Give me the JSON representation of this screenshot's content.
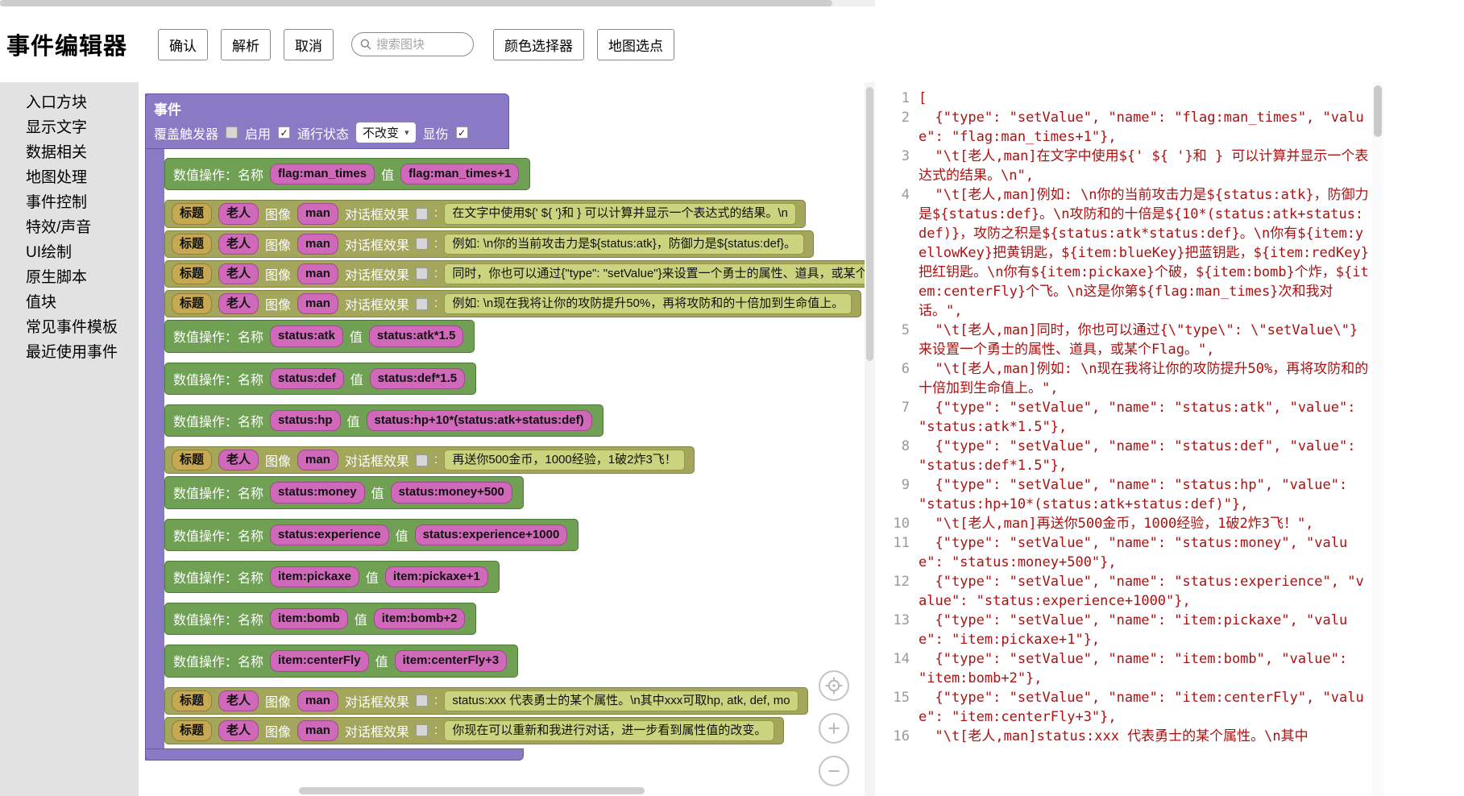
{
  "topbar": {
    "title": "事件编辑器",
    "buttons": {
      "confirm": "确认",
      "parse": "解析",
      "cancel": "取消",
      "color_picker": "颜色选择器",
      "map_pick": "地图选点"
    },
    "search_placeholder": "搜索图块"
  },
  "sidebar": {
    "items": [
      "入口方块",
      "显示文字",
      "数据相关",
      "地图处理",
      "事件控制",
      "特效/声音",
      "UI绘制",
      "原生脚本",
      "值块",
      "常见事件模板",
      "最近使用事件"
    ]
  },
  "workspace": {
    "event_block": {
      "title": "事件",
      "override_trigger_label": "覆盖触发器",
      "override_trigger_checked": false,
      "enable_label": "启用",
      "enable_checked": true,
      "pass_state_label": "通行状态",
      "pass_state_value": "不改变",
      "damage_label": "显伤",
      "damage_checked": true
    },
    "labels": {
      "setvalue": "数值操作：名称",
      "value": "值",
      "title": "标题",
      "image": "图像",
      "dialog_effect": "对话框效果",
      "colon": ":"
    },
    "blocks": [
      {
        "type": "setvalue",
        "name": "flag:man_times",
        "value": "flag:man_times+1"
      },
      {
        "type": "dialogue",
        "title": "老人",
        "image": "man",
        "text": "在文字中使用${' ${ '}和 } 可以计算并显示一个表达式的结果。\\n"
      },
      {
        "type": "dialogue",
        "title": "老人",
        "image": "man",
        "text": "例如: \\n你的当前攻击力是${status:atk}，防御力是${status:def}。"
      },
      {
        "type": "dialogue",
        "title": "老人",
        "image": "man",
        "text": "同时，你也可以通过{\"type\": \"setValue\"}来设置一个勇士的属性、道具，或某个Flag。"
      },
      {
        "type": "dialogue",
        "title": "老人",
        "image": "man",
        "text": "例如: \\n现在我将让你的攻防提升50%，再将攻防和的十倍加到生命值上。"
      },
      {
        "type": "setvalue",
        "name": "status:atk",
        "value": "status:atk*1.5"
      },
      {
        "type": "setvalue",
        "name": "status:def",
        "value": "status:def*1.5"
      },
      {
        "type": "setvalue",
        "name": "status:hp",
        "value": "status:hp+10*(status:atk+status:def)"
      },
      {
        "type": "dialogue",
        "title": "老人",
        "image": "man",
        "text": "再送你500金币，1000经验，1破2炸3飞！"
      },
      {
        "type": "setvalue",
        "name": "status:money",
        "value": "status:money+500"
      },
      {
        "type": "setvalue",
        "name": "status:experience",
        "value": "status:experience+1000"
      },
      {
        "type": "setvalue",
        "name": "item:pickaxe",
        "value": "item:pickaxe+1"
      },
      {
        "type": "setvalue",
        "name": "item:bomb",
        "value": "item:bomb+2"
      },
      {
        "type": "setvalue",
        "name": "item:centerFly",
        "value": "item:centerFly+3"
      },
      {
        "type": "dialogue",
        "title": "老人",
        "image": "man",
        "text": "status:xxx 代表勇士的某个属性。\\n其中xxx可取hp, atk, def, mo"
      },
      {
        "type": "dialogue",
        "title": "老人",
        "image": "man",
        "text": "你现在可以重新和我进行对话，进一步看到属性值的改变。"
      }
    ]
  },
  "code_panel": {
    "lines": [
      "[",
      "  {\"type\": \"setValue\", \"name\": \"flag:man_times\", \"value\": \"flag:man_times+1\"},",
      "  \"\\t[老人,man]在文字中使用${' ${ '}和 } 可以计算并显示一个表达式的结果。\\n\",",
      "  \"\\t[老人,man]例如: \\n你的当前攻击力是${status:atk}，防御力是${status:def}。\\n攻防和的十倍是${10*(status:atk+status:def)}，攻防之积是${status:atk*status:def}。\\n你有${item:yellowKey}把黄钥匙，${item:blueKey}把蓝钥匙，${item:redKey}把红钥匙。\\n你有${item:pickaxe}个破，${item:bomb}个炸，${item:centerFly}个飞。\\n这是你第${flag:man_times}次和我对话。\",",
      "  \"\\t[老人,man]同时，你也可以通过{\\\"type\\\": \\\"setValue\\\"}来设置一个勇士的属性、道具，或某个Flag。\",",
      "  \"\\t[老人,man]例如: \\n现在我将让你的攻防提升50%，再将攻防和的十倍加到生命值上。\",",
      "  {\"type\": \"setValue\", \"name\": \"status:atk\", \"value\": \"status:atk*1.5\"},",
      "  {\"type\": \"setValue\", \"name\": \"status:def\", \"value\": \"status:def*1.5\"},",
      "  {\"type\": \"setValue\", \"name\": \"status:hp\", \"value\": \"status:hp+10*(status:atk+status:def)\"},",
      "  \"\\t[老人,man]再送你500金币，1000经验，1破2炸3飞！\",",
      "  {\"type\": \"setValue\", \"name\": \"status:money\", \"value\": \"status:money+500\"},",
      "  {\"type\": \"setValue\", \"name\": \"status:experience\", \"value\": \"status:experience+1000\"},",
      "  {\"type\": \"setValue\", \"name\": \"item:pickaxe\", \"value\": \"item:pickaxe+1\"},",
      "  {\"type\": \"setValue\", \"name\": \"item:bomb\", \"value\": \"item:bomb+2\"},",
      "  {\"type\": \"setValue\", \"name\": \"item:centerFly\", \"value\": \"item:centerFly+3\"},",
      "  \"\\t[老人,man]status:xxx 代表勇士的某个属性。\\n其中"
    ]
  },
  "colors": {
    "block_purple": "#8a79c4",
    "block_green": "#6fa054",
    "block_olive": "#a3a65b",
    "chip_pink": "#d069b9",
    "chip_tan": "#c7a953",
    "field_olive": "#ccd37e",
    "code_red": "#aa1111",
    "sidebar_gray": "#e2e2e2"
  }
}
